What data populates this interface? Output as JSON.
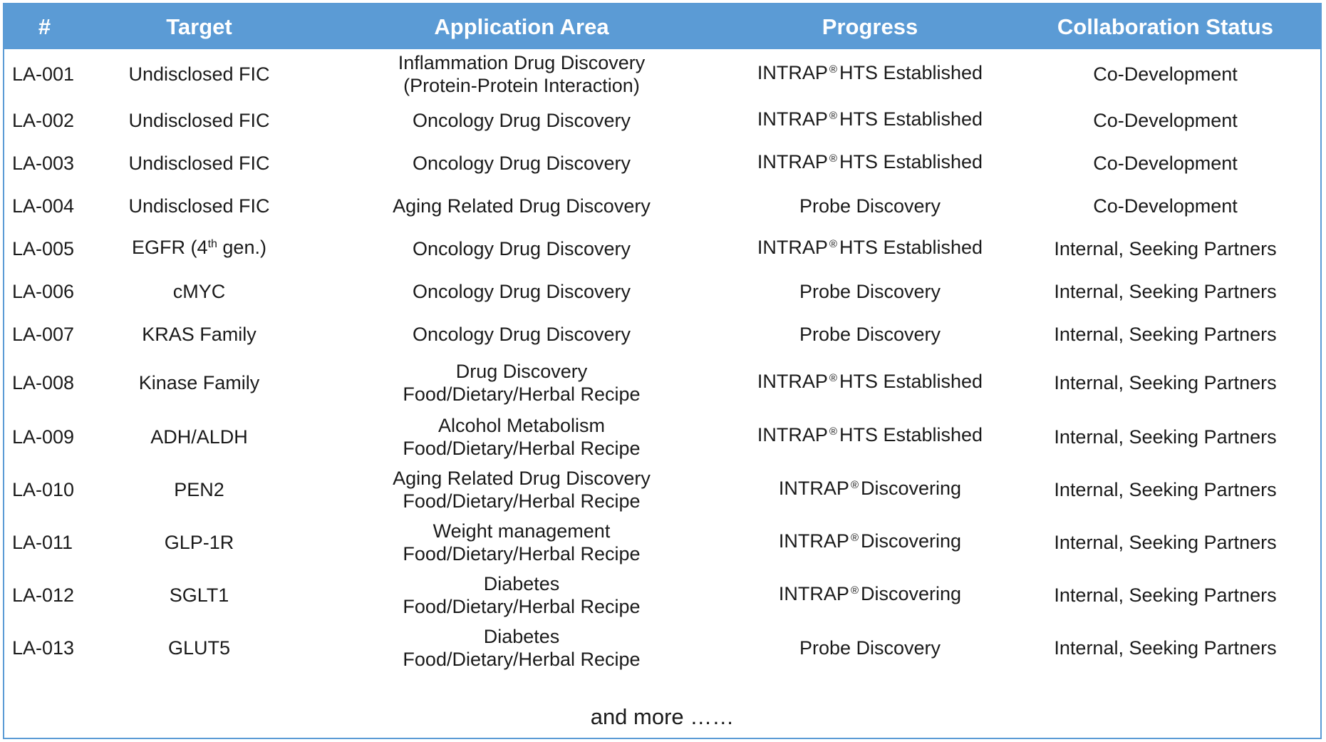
{
  "header": {
    "col_num": "#",
    "col_target": "Target",
    "col_area": "Application Area",
    "col_progress": "Progress",
    "col_status": "Collaboration Status"
  },
  "rows": [
    {
      "id": "LA-001",
      "target": "Undisclosed FIC",
      "area": [
        "Inflammation Drug Discovery",
        "(Protein-Protein Interaction)"
      ],
      "progress": {
        "prefix": "INTRAP",
        "mark": "®",
        "suffix": "HTS Established"
      },
      "status": "Co-Development"
    },
    {
      "id": "LA-002",
      "target": "Undisclosed FIC",
      "area": [
        "Oncology Drug Discovery"
      ],
      "progress": {
        "prefix": "INTRAP",
        "mark": "®",
        "suffix": "HTS Established"
      },
      "status": "Co-Development"
    },
    {
      "id": "LA-003",
      "target": "Undisclosed FIC",
      "area": [
        "Oncology Drug Discovery"
      ],
      "progress": {
        "prefix": "INTRAP",
        "mark": "®",
        "suffix": "HTS Established"
      },
      "status": "Co-Development"
    },
    {
      "id": "LA-004",
      "target": "Undisclosed FIC",
      "area": [
        "Aging Related Drug Discovery"
      ],
      "progress": {
        "text": "Probe Discovery"
      },
      "status": "Co-Development"
    },
    {
      "id": "LA-005",
      "target_parts": {
        "a": "EGFR (4",
        "sup": "th",
        "b": " gen.)"
      },
      "area": [
        "Oncology Drug Discovery"
      ],
      "progress": {
        "prefix": "INTRAP",
        "mark": "®",
        "suffix": "HTS Established"
      },
      "status": "Internal, Seeking Partners"
    },
    {
      "id": "LA-006",
      "target": "cMYC",
      "area": [
        "Oncology Drug Discovery"
      ],
      "progress": {
        "text": "Probe Discovery"
      },
      "status": "Internal, Seeking Partners"
    },
    {
      "id": "LA-007",
      "target": "KRAS Family",
      "area": [
        "Oncology Drug Discovery"
      ],
      "progress": {
        "text": "Probe Discovery"
      },
      "status": "Internal, Seeking Partners"
    },
    {
      "id": "LA-008",
      "target": "Kinase Family",
      "area": [
        "Drug Discovery",
        "Food/Dietary/Herbal Recipe"
      ],
      "progress": {
        "prefix": "INTRAP",
        "mark": "®",
        "suffix": "HTS Established"
      },
      "status": "Internal, Seeking Partners"
    },
    {
      "id": "LA-009",
      "target": "ADH/ALDH",
      "area": [
        "Alcohol Metabolism",
        "Food/Dietary/Herbal Recipe"
      ],
      "progress": {
        "prefix": "INTRAP",
        "mark": "®",
        "suffix": "HTS Established"
      },
      "status": "Internal, Seeking Partners"
    },
    {
      "id": "LA-010",
      "target": "PEN2",
      "area": [
        "Aging Related Drug Discovery",
        "Food/Dietary/Herbal Recipe"
      ],
      "progress": {
        "prefix": "INTRAP",
        "mark": "®",
        "suffix": "Discovering"
      },
      "status": "Internal, Seeking Partners"
    },
    {
      "id": "LA-011",
      "target": "GLP-1R",
      "area": [
        "Weight management",
        "Food/Dietary/Herbal Recipe"
      ],
      "progress": {
        "prefix": "INTRAP",
        "mark": "®",
        "suffix": "Discovering"
      },
      "status": "Internal, Seeking Partners"
    },
    {
      "id": "LA-012",
      "target": "SGLT1",
      "area": [
        "Diabetes",
        "Food/Dietary/Herbal Recipe"
      ],
      "progress": {
        "prefix": "INTRAP",
        "mark": "®",
        "suffix": "Discovering"
      },
      "status": "Internal, Seeking Partners"
    },
    {
      "id": "LA-013",
      "target": "GLUT5",
      "area": [
        "Diabetes",
        "Food/Dietary/Herbal Recipe"
      ],
      "progress": {
        "text": "Probe Discovery"
      },
      "status": "Internal, Seeking Partners"
    }
  ],
  "footer": {
    "more_text": "and more ……"
  }
}
